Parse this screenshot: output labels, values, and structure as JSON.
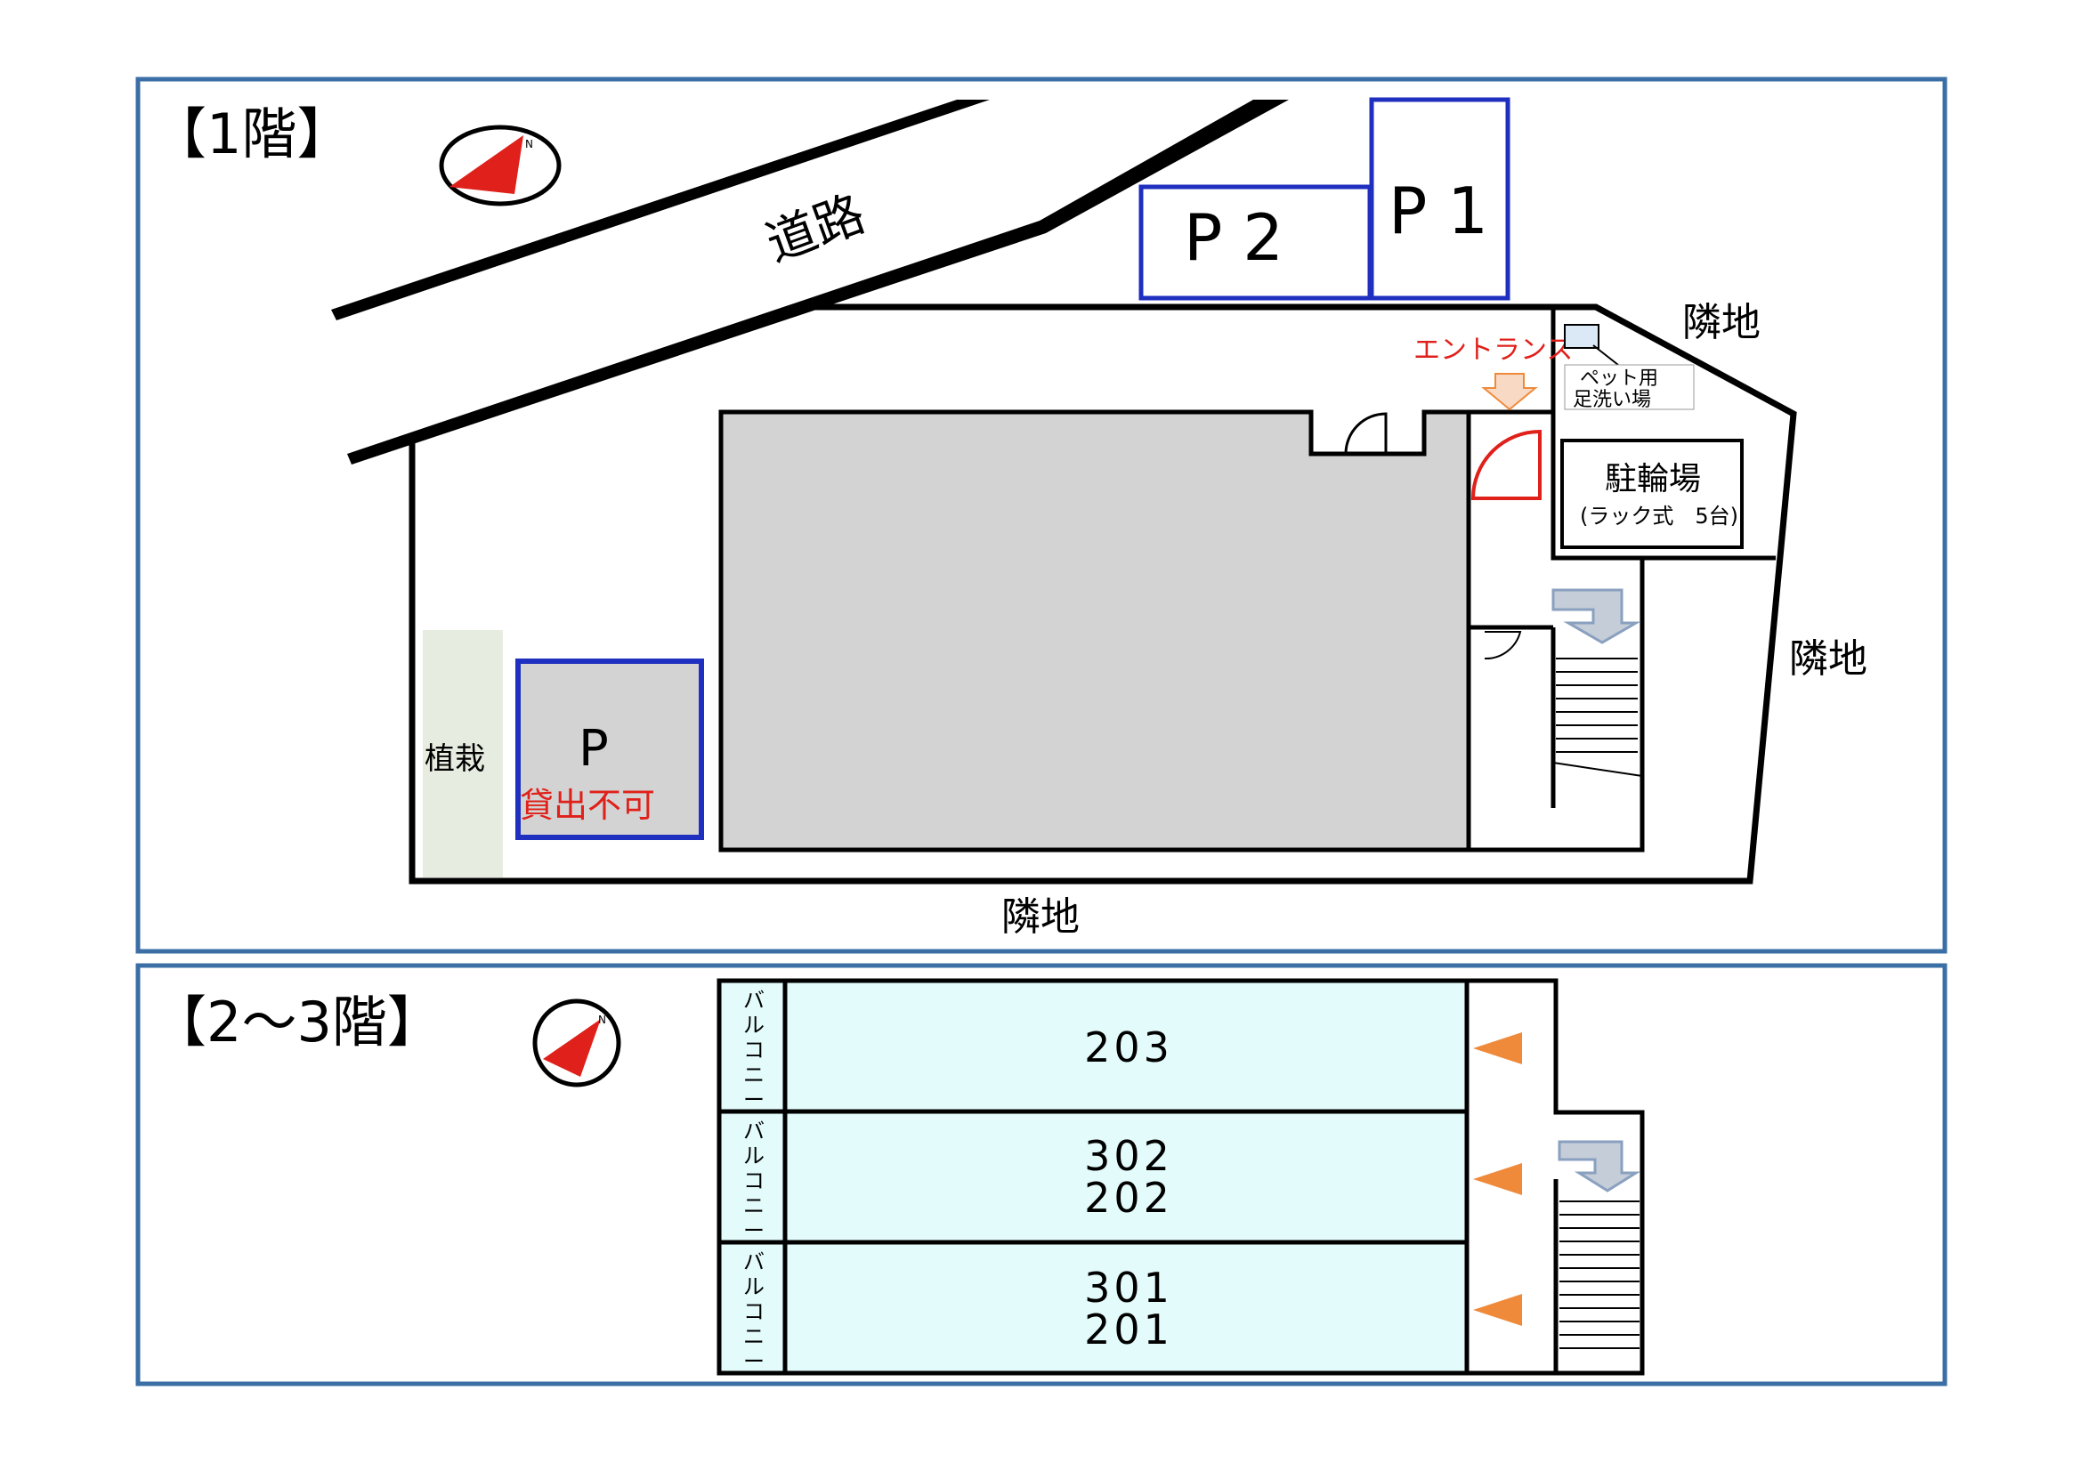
{
  "floor1": {
    "title": "【1階】",
    "road_label": "道路",
    "parking_p1": "P 1",
    "parking_p2": "P 2",
    "parking_p": "P",
    "not_for_rent": "貸出不可",
    "planting": "植栽",
    "entrance": "エントランス",
    "pet_wash_line1": "ペット用",
    "pet_wash_line2": "足洗い場",
    "bike_parking_line1": "駐輪場",
    "bike_parking_line2": "(ラック式　5台)",
    "neighbor_top": "隣地",
    "neighbor_right": "隣地",
    "neighbor_bottom": "隣地"
  },
  "floor23": {
    "title": "【2～3階】",
    "units": [
      {
        "balcony": "バルコニー",
        "line1": "203",
        "line2": ""
      },
      {
        "balcony": "バルコニー",
        "line1": "302",
        "line2": "202"
      },
      {
        "balcony": "バルコニー",
        "line1": "301",
        "line2": "201"
      }
    ]
  },
  "colors": {
    "frame": "#3a6ea5",
    "parking_border": "#1f2fbf",
    "building_gray": "#d3d3d3",
    "unit_fill": "#e4fbfb",
    "planting_fill": "#e6ece0",
    "red_text": "#e0201a",
    "orange_arrow": "#ef8a3a",
    "stair_arrow": "#8aa0bf"
  }
}
